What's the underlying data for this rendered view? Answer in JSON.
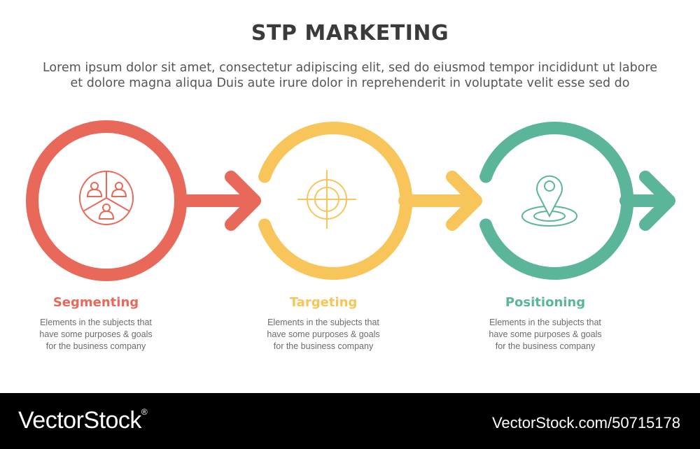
{
  "title": "STP MARKETING",
  "subtitle": {
    "line1": "Lorem ipsum dolor sit amet, consectetur adipiscing elit, sed do eiusmod tempor incididunt ut labore",
    "line2": "et dolore magna aliqua Duis aute irure dolor in reprehenderit in voluptate velit esse sed do"
  },
  "steps": [
    {
      "label": "Segmenting",
      "color": "#e8695a",
      "icon": "audience-segments-icon",
      "desc": [
        "Elements in the subjects that",
        "have  some purposes & goals",
        "for the  business company"
      ]
    },
    {
      "label": "Targeting",
      "color": "#f8c55b",
      "icon": "crosshair-target-icon",
      "desc": [
        "Elements in the subjects that",
        "have  some purposes & goals",
        "for the  business company"
      ]
    },
    {
      "label": "Positioning",
      "color": "#5bb59a",
      "icon": "location-pin-icon",
      "desc": [
        "Elements in the subjects that",
        "have  some purposes & goals",
        "for the  business company"
      ]
    }
  ],
  "footer": {
    "brand": "VectorStock",
    "brand_mark": "®",
    "ref": "VectorStock.com/50715178"
  }
}
